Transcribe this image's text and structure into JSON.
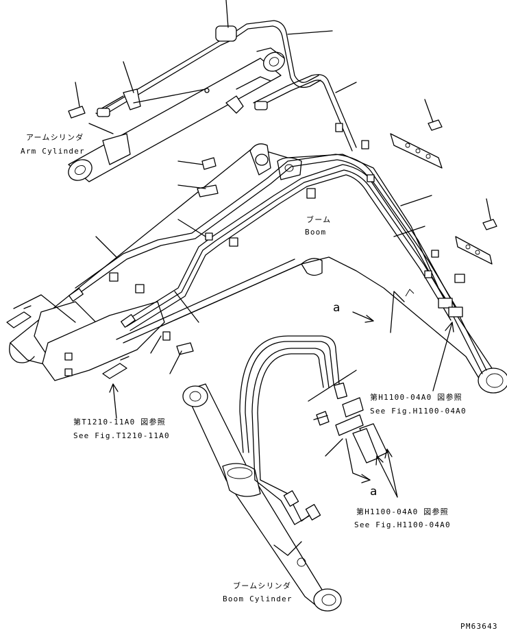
{
  "labels": {
    "arm_cylinder_jp": "アームシリンダ",
    "arm_cylinder_en": "Arm Cylinder",
    "boom_jp": "ブーム",
    "boom_en": "Boom",
    "boom_cylinder_jp": "ブームシリンダ",
    "boom_cylinder_en": "Boom Cylinder",
    "ref_t1210_jp": "第T1210-11A0 図参照",
    "ref_t1210_en": "See Fig.T1210-11A0",
    "ref_h1100_upper_jp": "第H1100-04A0 図参照",
    "ref_h1100_upper_en": "See Fig.H1100-04A0",
    "ref_h1100_lower_jp": "第H1100-04A0 図参照",
    "ref_h1100_lower_en": "See Fig.H1100-04A0",
    "view_a_upper": "a",
    "view_a_lower": "a",
    "drawing_number": "PM63643"
  }
}
